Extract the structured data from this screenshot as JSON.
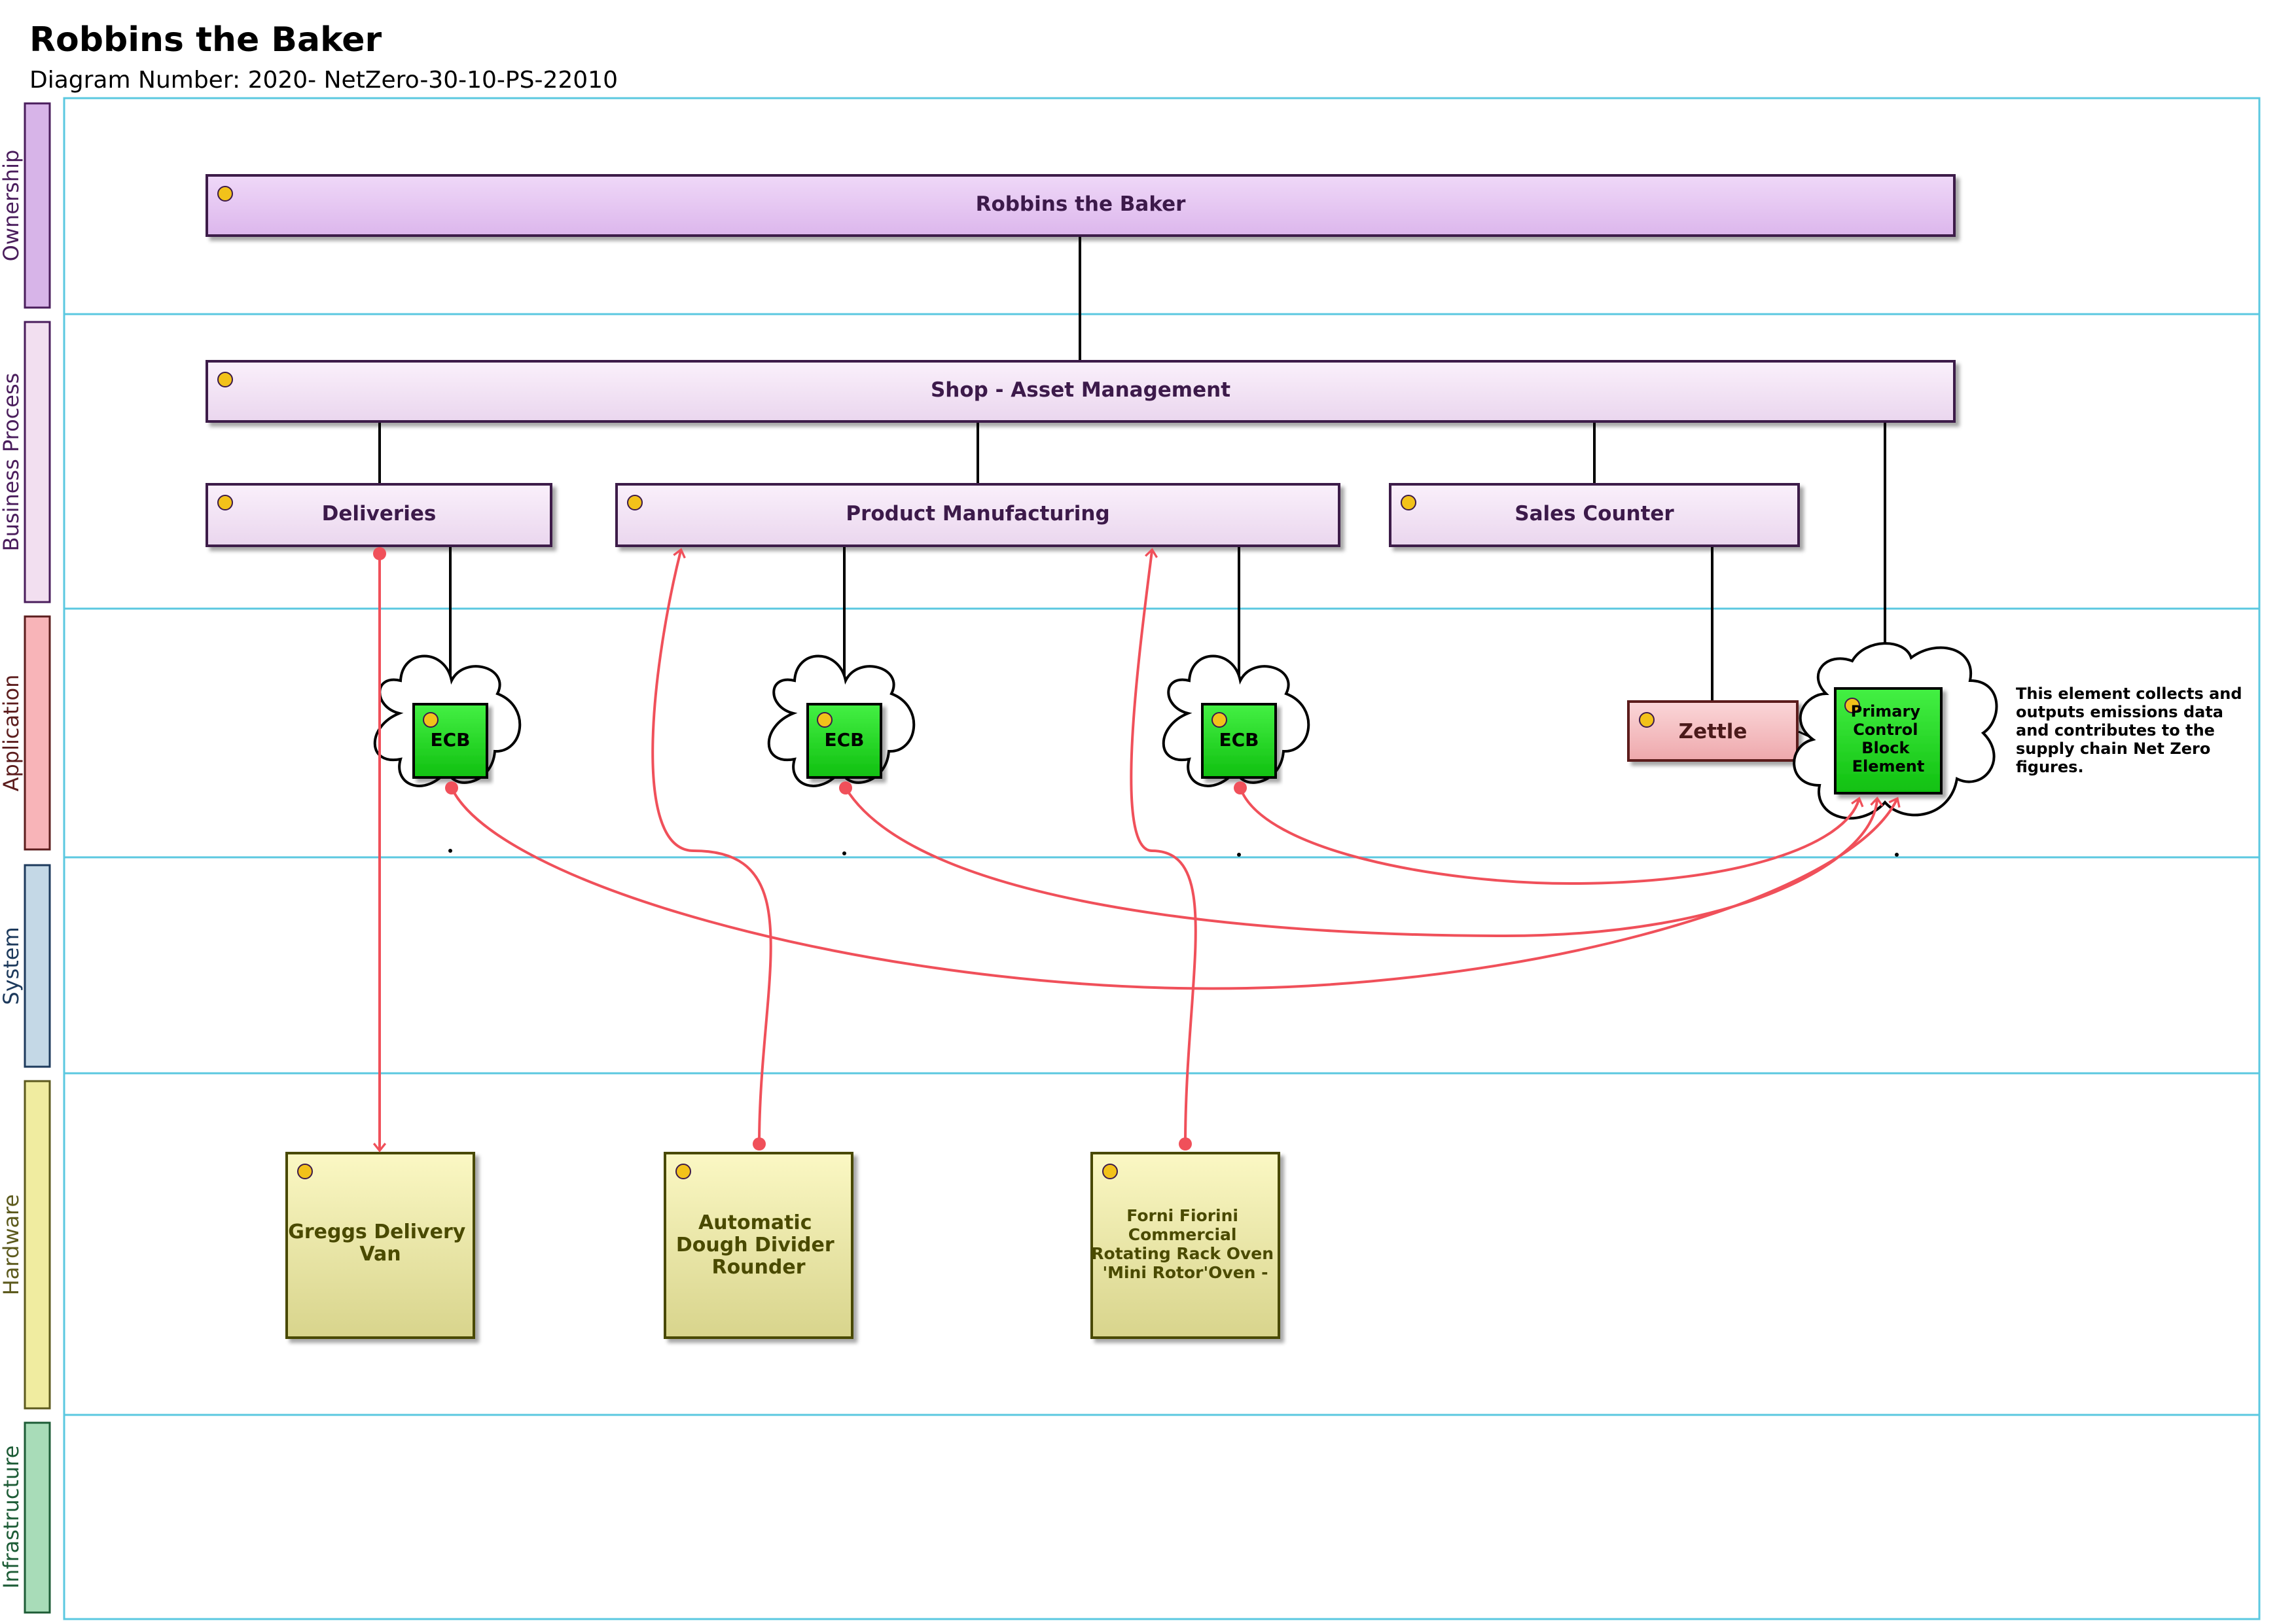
{
  "header": {
    "title": "Robbins the Baker",
    "diagram_number": "Diagram Number: 2020- NetZero-30-10-PS-22010"
  },
  "lanes": [
    {
      "label": "Ownership",
      "color": "#d7b4e8",
      "text_color": "#4a1d5c"
    },
    {
      "label": "Business Process",
      "color": "#f2dff0",
      "text_color": "#4a1d5c"
    },
    {
      "label": "Application",
      "color": "#f8b4b8",
      "text_color": "#5c1d1d"
    },
    {
      "label": "System",
      "color": "#c4d8e6",
      "text_color": "#1d3a5c"
    },
    {
      "label": "Hardware",
      "color": "#f0eca0",
      "text_color": "#5c5a1d"
    },
    {
      "label": "Infrastructure",
      "color": "#a8dcb8",
      "text_color": "#1d5c36"
    }
  ],
  "ownership": {
    "owner": "Robbins the Baker"
  },
  "business_process": {
    "main": "Shop - Asset Management",
    "sub": [
      "Deliveries",
      "Product Manufacturing",
      "Sales Counter"
    ]
  },
  "application": {
    "ecb": [
      "ECB",
      "ECB",
      "ECB"
    ],
    "zettle": "Zettle",
    "pcbe_lines": [
      "Primary",
      "Control",
      "Block",
      "Element"
    ],
    "note_lines": [
      "This element collects and",
      "outputs emissions data",
      "and contributes to the",
      "supply chain Net Zero",
      "figures."
    ]
  },
  "hardware": [
    {
      "lines": [
        "Greggs Delivery",
        "Van"
      ]
    },
    {
      "lines": [
        "Automatic",
        "Dough Divider",
        "Rounder"
      ]
    },
    {
      "lines": [
        "Forni Fiorini",
        "Commercial",
        "Rotating Rack Oven",
        "'Mini Rotor'Oven -"
      ]
    }
  ],
  "colors": {
    "lane_border": "#5bc8e0",
    "ownership_box": "#e6c8f2",
    "process_box": "#f4e6f6",
    "box_border": "#3c1a4a",
    "ecb_green": "#22e022",
    "zettle_box": "#f8c4c6",
    "hardware_box": "#f0ecb0",
    "arrow": "#f0505a",
    "marker": "#f2c21a"
  }
}
